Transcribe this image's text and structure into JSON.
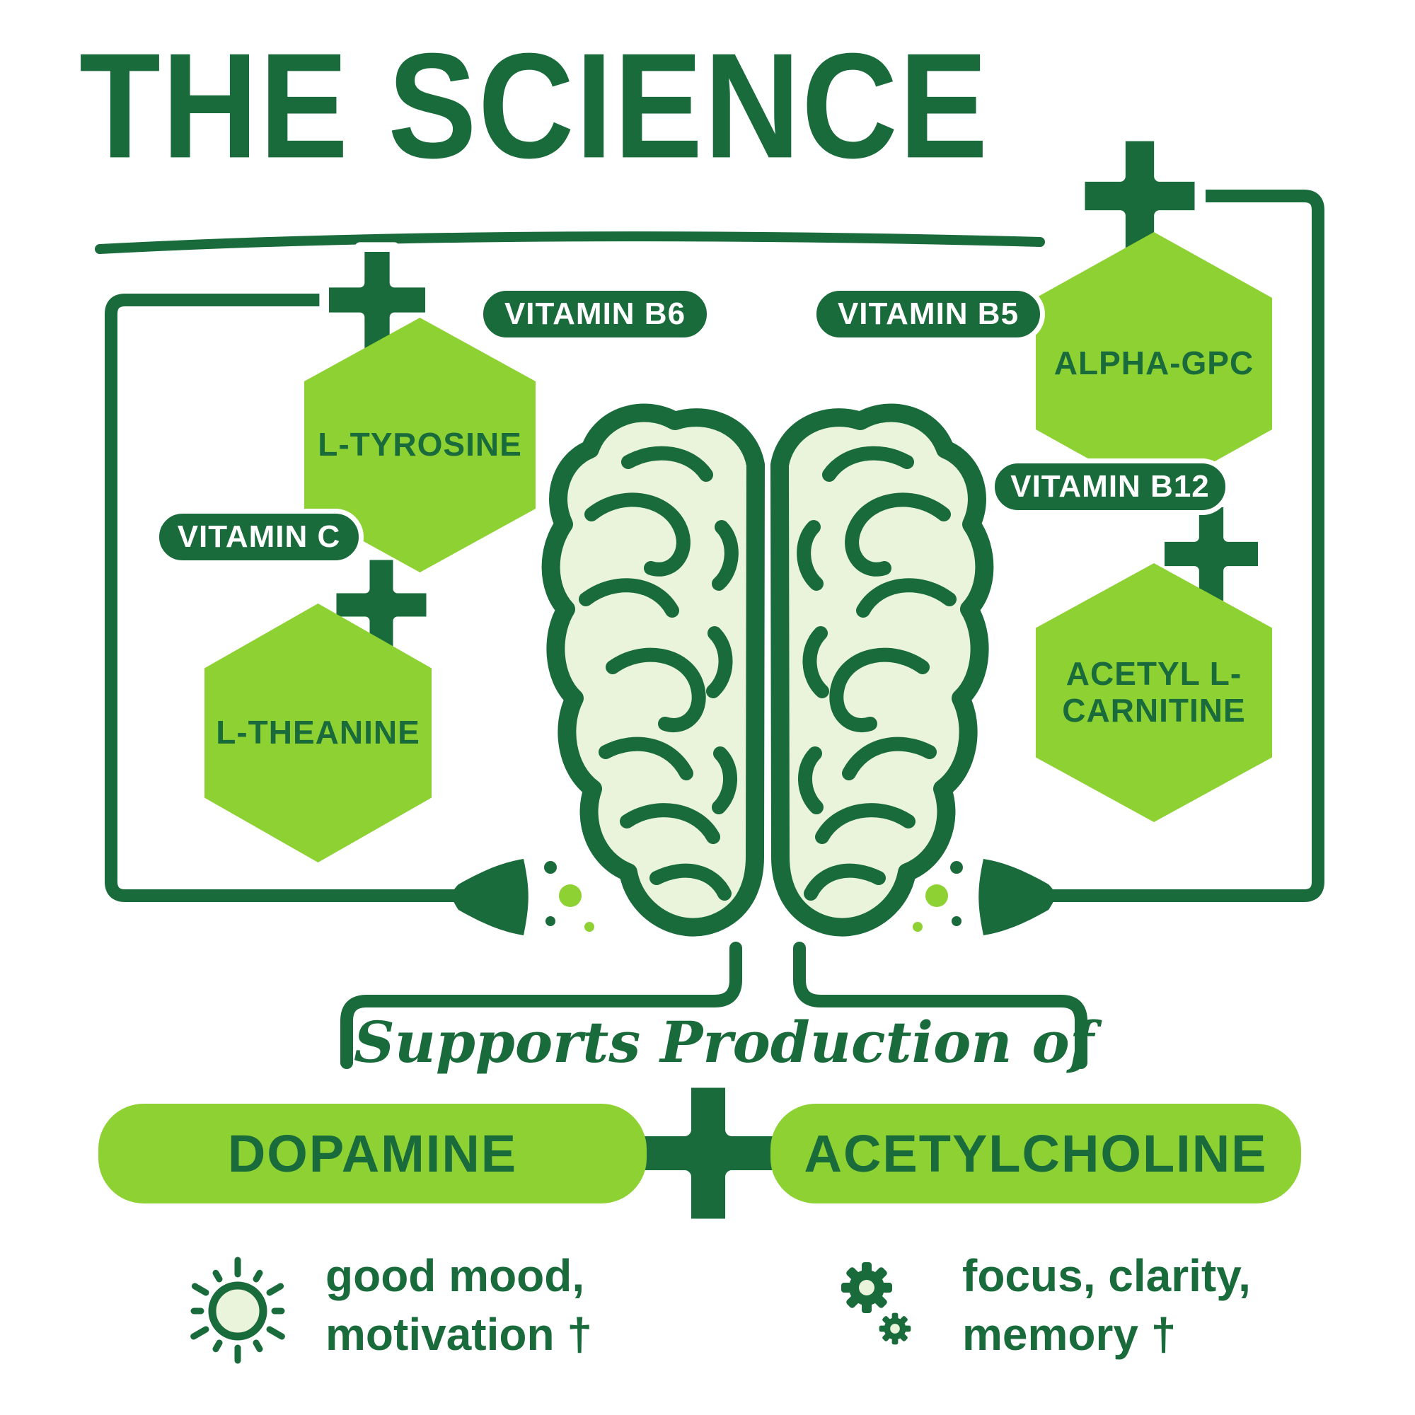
{
  "colors": {
    "dark_green": "#1a6b3b",
    "light_green": "#8dd133",
    "pale_green": "#e9f4da",
    "background": "#ffffff"
  },
  "title": "THE SCIENCE",
  "left_group": {
    "vitamin_b6": "VITAMIN B6",
    "l_tyrosine": "L-TYROSINE",
    "vitamin_c": "VITAMIN C",
    "l_theanine": "L-THEANINE"
  },
  "right_group": {
    "vitamin_b5": "VITAMIN B5",
    "alpha_gpc": "ALPHA-GPC",
    "vitamin_b12": "VITAMIN B12",
    "acetyl_l_carnitine": "ACETYL L-\nCARNITINE"
  },
  "production": {
    "caption": "Supports Production of",
    "dopamine": "DOPAMINE",
    "acetylcholine": "ACETYLCHOLINE"
  },
  "benefits": {
    "dopamine_text": "good mood,\nmotivation †",
    "acetylcholine_text": "focus, clarity,\nmemory †"
  },
  "icons": {
    "plus": "plus",
    "brain": "brain",
    "synapse": "synapse",
    "sun": "sun",
    "gears": "gears"
  }
}
